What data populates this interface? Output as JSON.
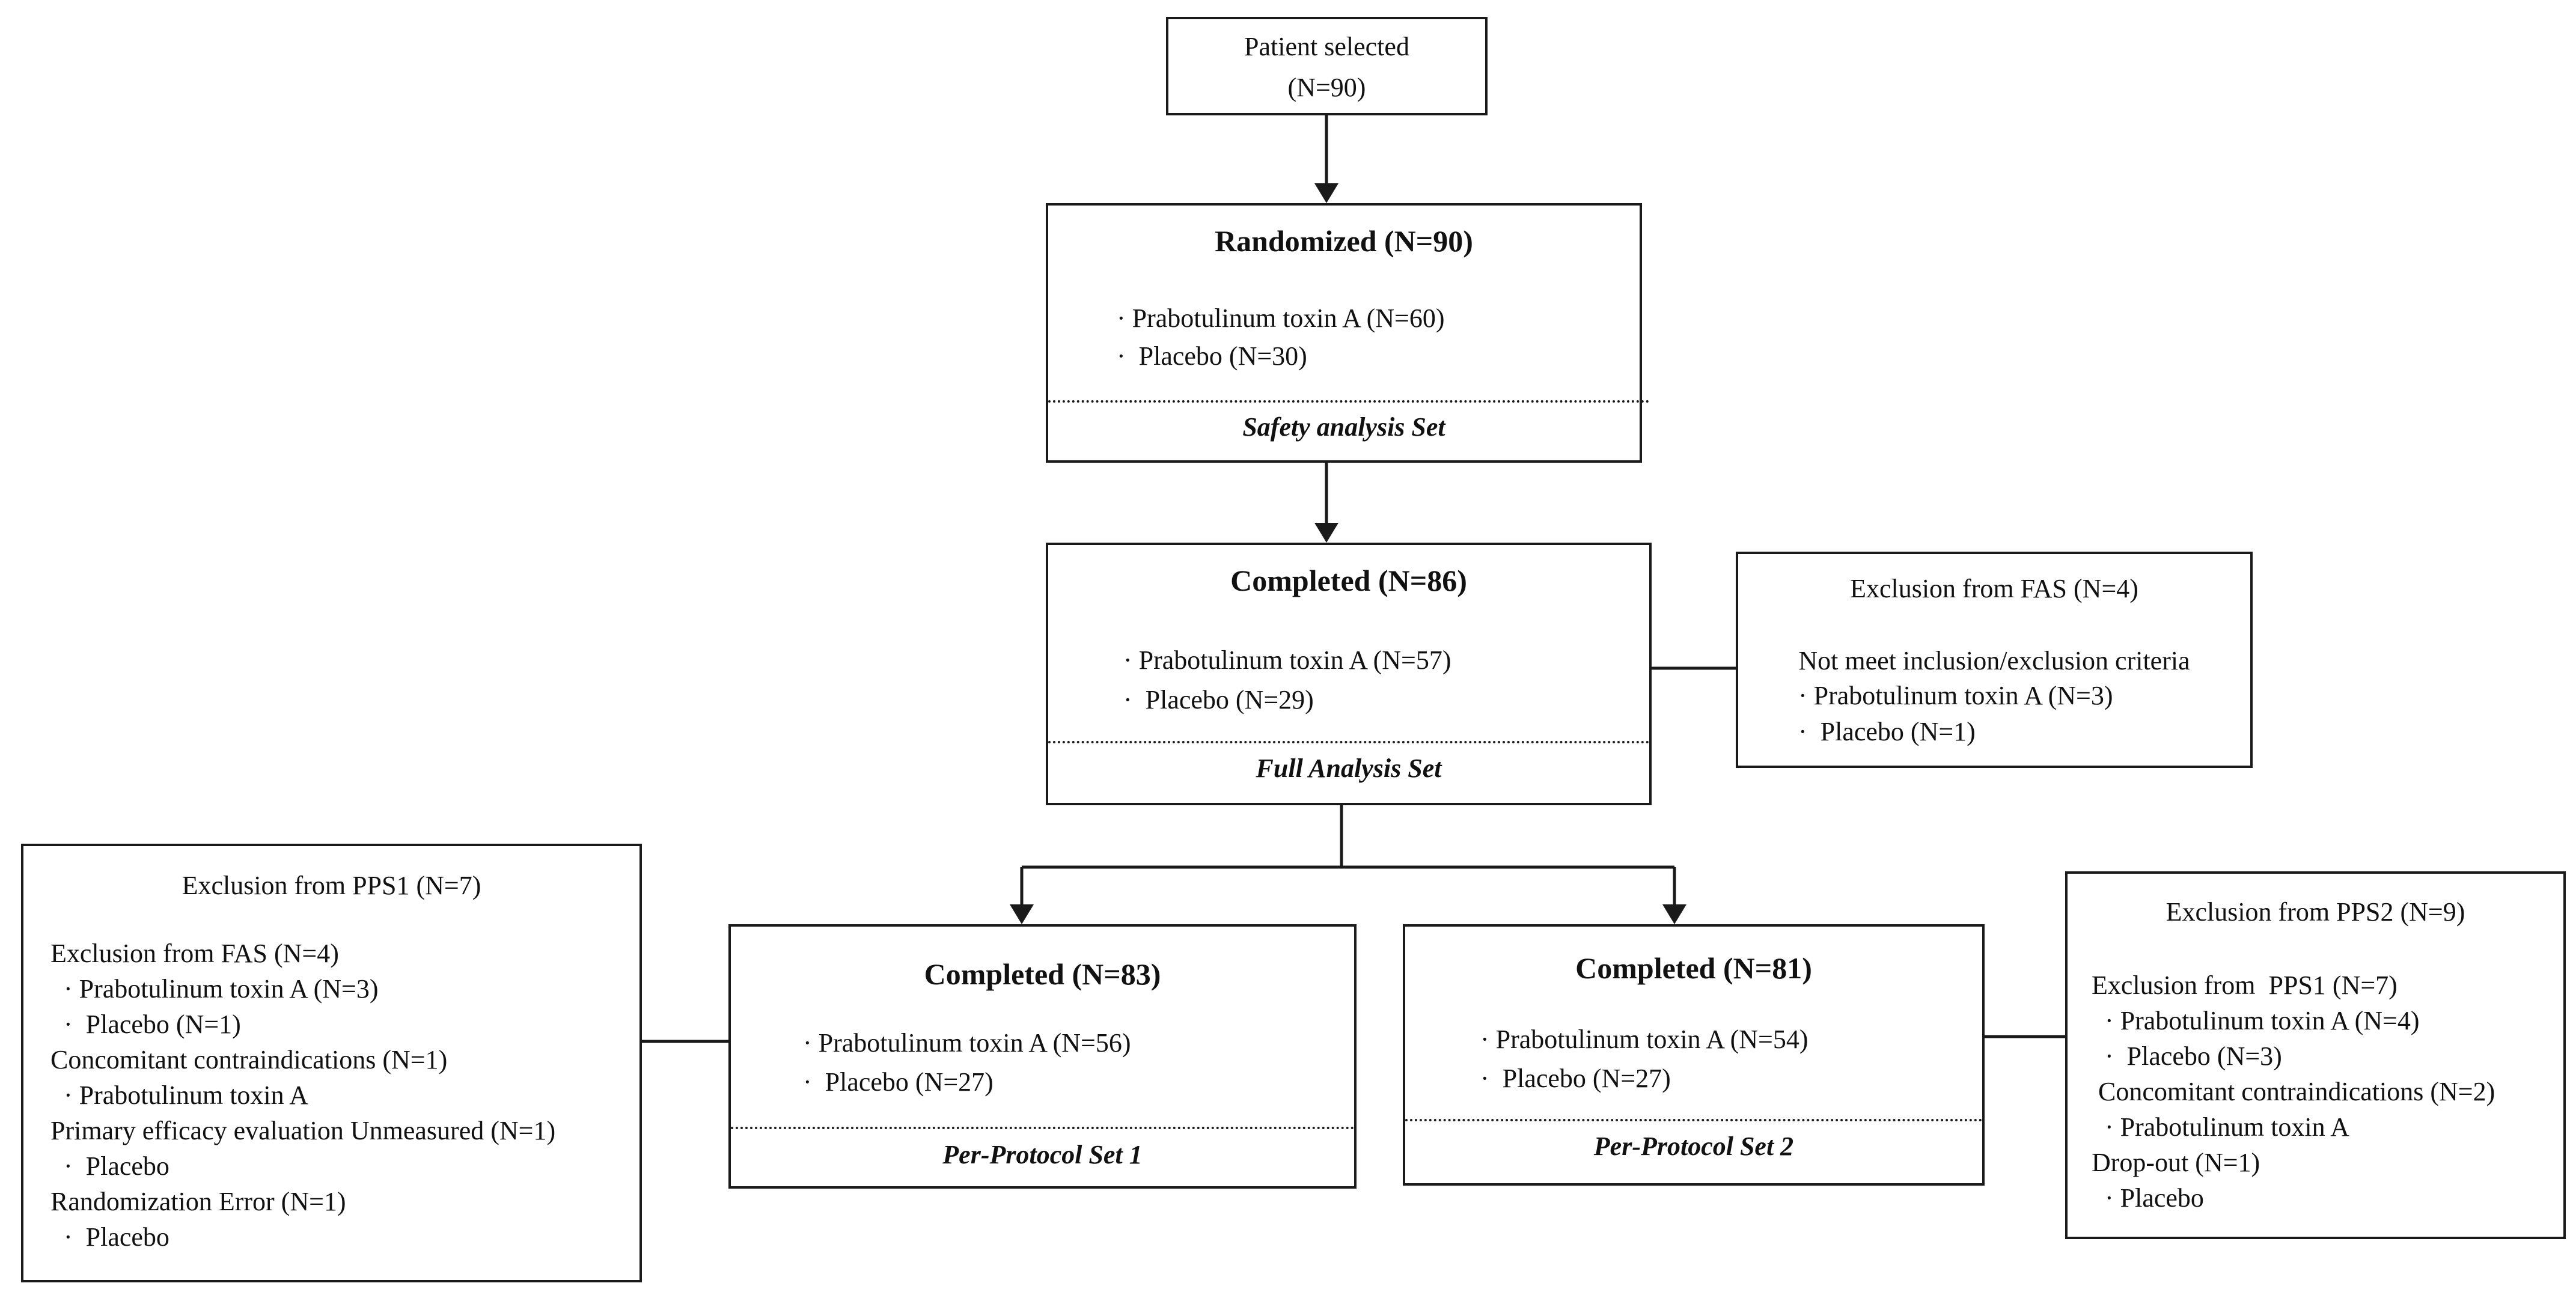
{
  "flow": {
    "patient": {
      "title": "Patient selected",
      "count": "(N=90)"
    },
    "randomized": {
      "title": "Randomized (N=90)",
      "items": [
        "· Prabotulinum toxin A (N=60)",
        "·  Placebo (N=30)"
      ],
      "set_label": "Safety analysis Set"
    },
    "completed_fas": {
      "title": "Completed (N=86)",
      "items": [
        "· Prabotulinum toxin A (N=57)",
        "·  Placebo (N=29)"
      ],
      "set_label": "Full Analysis Set"
    },
    "exclusion_fas": {
      "title": "Exclusion from FAS (N=4)",
      "reason": "Not meet inclusion/exclusion criteria",
      "items": [
        "· Prabotulinum toxin A (N=3)",
        "·  Placebo (N=1)"
      ]
    },
    "completed_pps1": {
      "title": "Completed (N=83)",
      "items": [
        "· Prabotulinum toxin A (N=56)",
        "·  Placebo (N=27)"
      ],
      "set_label": "Per-Protocol Set 1"
    },
    "completed_pps2": {
      "title": "Completed (N=81)",
      "items": [
        "· Prabotulinum toxin A (N=54)",
        "·  Placebo (N=27)"
      ],
      "set_label": "Per-Protocol Set 2"
    },
    "exclusion_pps1": {
      "title": "Exclusion from PPS1 (N=7)",
      "lines": [
        "Exclusion from FAS (N=4)",
        "  · Prabotulinum toxin A (N=3)",
        "  ·  Placebo (N=1)",
        "Concomitant contraindications (N=1)",
        "  · Prabotulinum toxin A",
        "Primary efficacy evaluation Unmeasured (N=1)",
        "  ·  Placebo",
        "Randomization Error (N=1)",
        "  ·  Placebo"
      ]
    },
    "exclusion_pps2": {
      "title": "Exclusion from PPS2 (N=9)",
      "lines": [
        "Exclusion from  PPS1 (N=7)",
        "  · Prabotulinum toxin A (N=4)",
        "  ·  Placebo (N=3)",
        " Concomitant contraindications (N=2)",
        "  · Prabotulinum toxin A",
        "Drop-out (N=1)",
        "  · Placebo"
      ]
    }
  }
}
